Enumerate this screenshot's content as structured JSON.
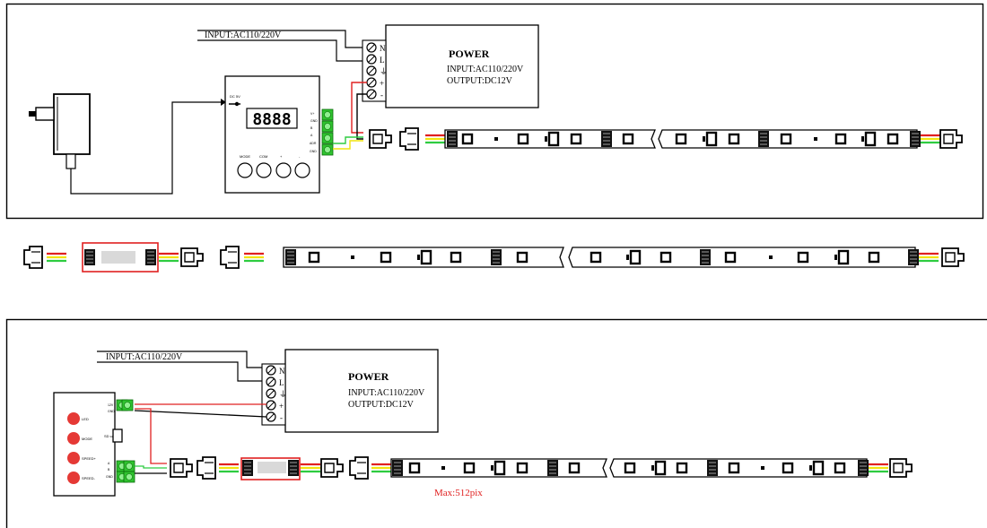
{
  "panel_top": {
    "input_label": "INPUT:AC110/220V",
    "power": {
      "title": "POWER",
      "input": "INPUT:AC110/220V",
      "output": "OUTPUT:DC12V"
    },
    "terminals": [
      "N",
      "L",
      "⏚",
      "+",
      "-"
    ],
    "controller": {
      "display": "8888",
      "dc_label": "DC 5V",
      "buttons": [
        "MODE",
        "COM",
        "+",
        "-"
      ],
      "pins": [
        "V+",
        "GND",
        "B",
        "A",
        "ADR",
        "GND"
      ]
    }
  },
  "panel_bottom": {
    "input_label": "INPUT:AC110/220V",
    "power": {
      "title": "POWER",
      "input": "INPUT:AC110/220V",
      "output": "OUTPUT:DC12V"
    },
    "terminals": [
      "N",
      "L",
      "⏚",
      "+",
      "-"
    ],
    "controller": {
      "buttons": [
        "LED",
        "MODE",
        "SPEED+",
        "SPEED-"
      ],
      "sd_label": "SD card",
      "out_pins": [
        "12V",
        "GND"
      ],
      "data_pins": [
        "A",
        "B",
        "GND"
      ]
    },
    "note": "Max:512pix"
  },
  "colors": {
    "line": "#000000",
    "wire_red": "#e02020",
    "wire_green": "#2ecc40",
    "wire_yellow": "#f1e40f",
    "terminal_green": "#2fc22f",
    "note": "#e02020",
    "button_red": "#e53935"
  }
}
